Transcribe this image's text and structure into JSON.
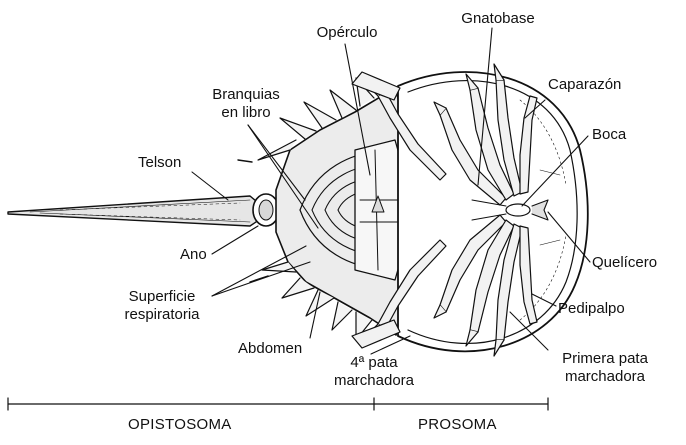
{
  "labels": {
    "operculo": "Opérculo",
    "gnatobase": "Gnatobase",
    "caparazon": "Caparazón",
    "branquias_1": "Branquias",
    "branquias_2": "en libro",
    "boca": "Boca",
    "telson": "Telson",
    "ano": "Ano",
    "quelicero": "Quelícero",
    "superficie_1": "Superficie",
    "superficie_2": "respiratoria",
    "pedipalpo": "Pedipalpo",
    "abdomen": "Abdomen",
    "cuarta_pata_1": "4ª pata",
    "cuarta_pata_2": "marchadora",
    "primera_pata_1": "Primera pata",
    "primera_pata_2": "marchadora"
  },
  "sections": {
    "opistosoma": "OPISTOSOMA",
    "prosoma": "PROSOMA"
  }
}
